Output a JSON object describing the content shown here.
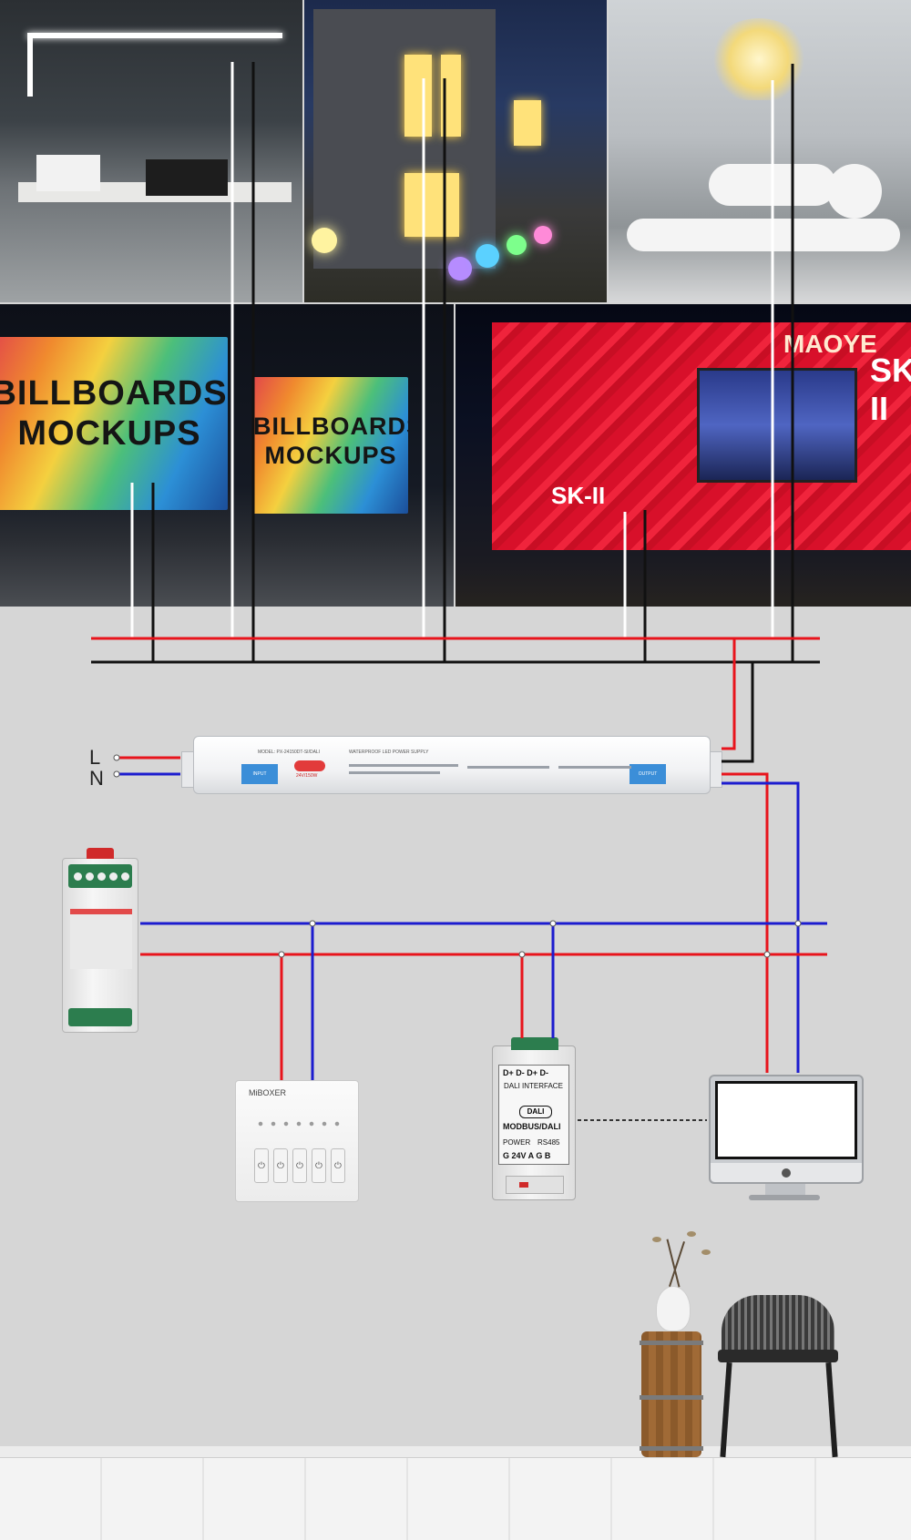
{
  "billboard": {
    "line1": "BILLBOARDS",
    "line2": "MOCKUPS"
  },
  "mall": {
    "sign1": "MAOYE",
    "sign2": "SK-II",
    "sign3": "SK-II"
  },
  "mains": {
    "label_l": "L",
    "label_n": "N"
  },
  "psu": {
    "model": "MODEL: PX-24150DT-SI/DALI",
    "title": "WATERPROOF LED POWER SUPPLY",
    "rating": "24V/150W",
    "input_tag": "INPUT",
    "output_tag": "OUTPUT"
  },
  "panel": {
    "brand": "MiBOXER"
  },
  "dali": {
    "terminals": "D+ D-   D+ D-",
    "interface": "DALI INTERFACE",
    "badge": "DALI",
    "name": "MODBUS/DALI",
    "power": "POWER",
    "rs485": "RS485",
    "pins": "G  24V  A  G  B"
  },
  "colors": {
    "wire_red": "#e8141c",
    "wire_blue": "#1c1ccf",
    "wire_black": "#111111",
    "wire_white": "#ffffff"
  },
  "icons": [
    "apple-icon",
    "power-icon"
  ]
}
